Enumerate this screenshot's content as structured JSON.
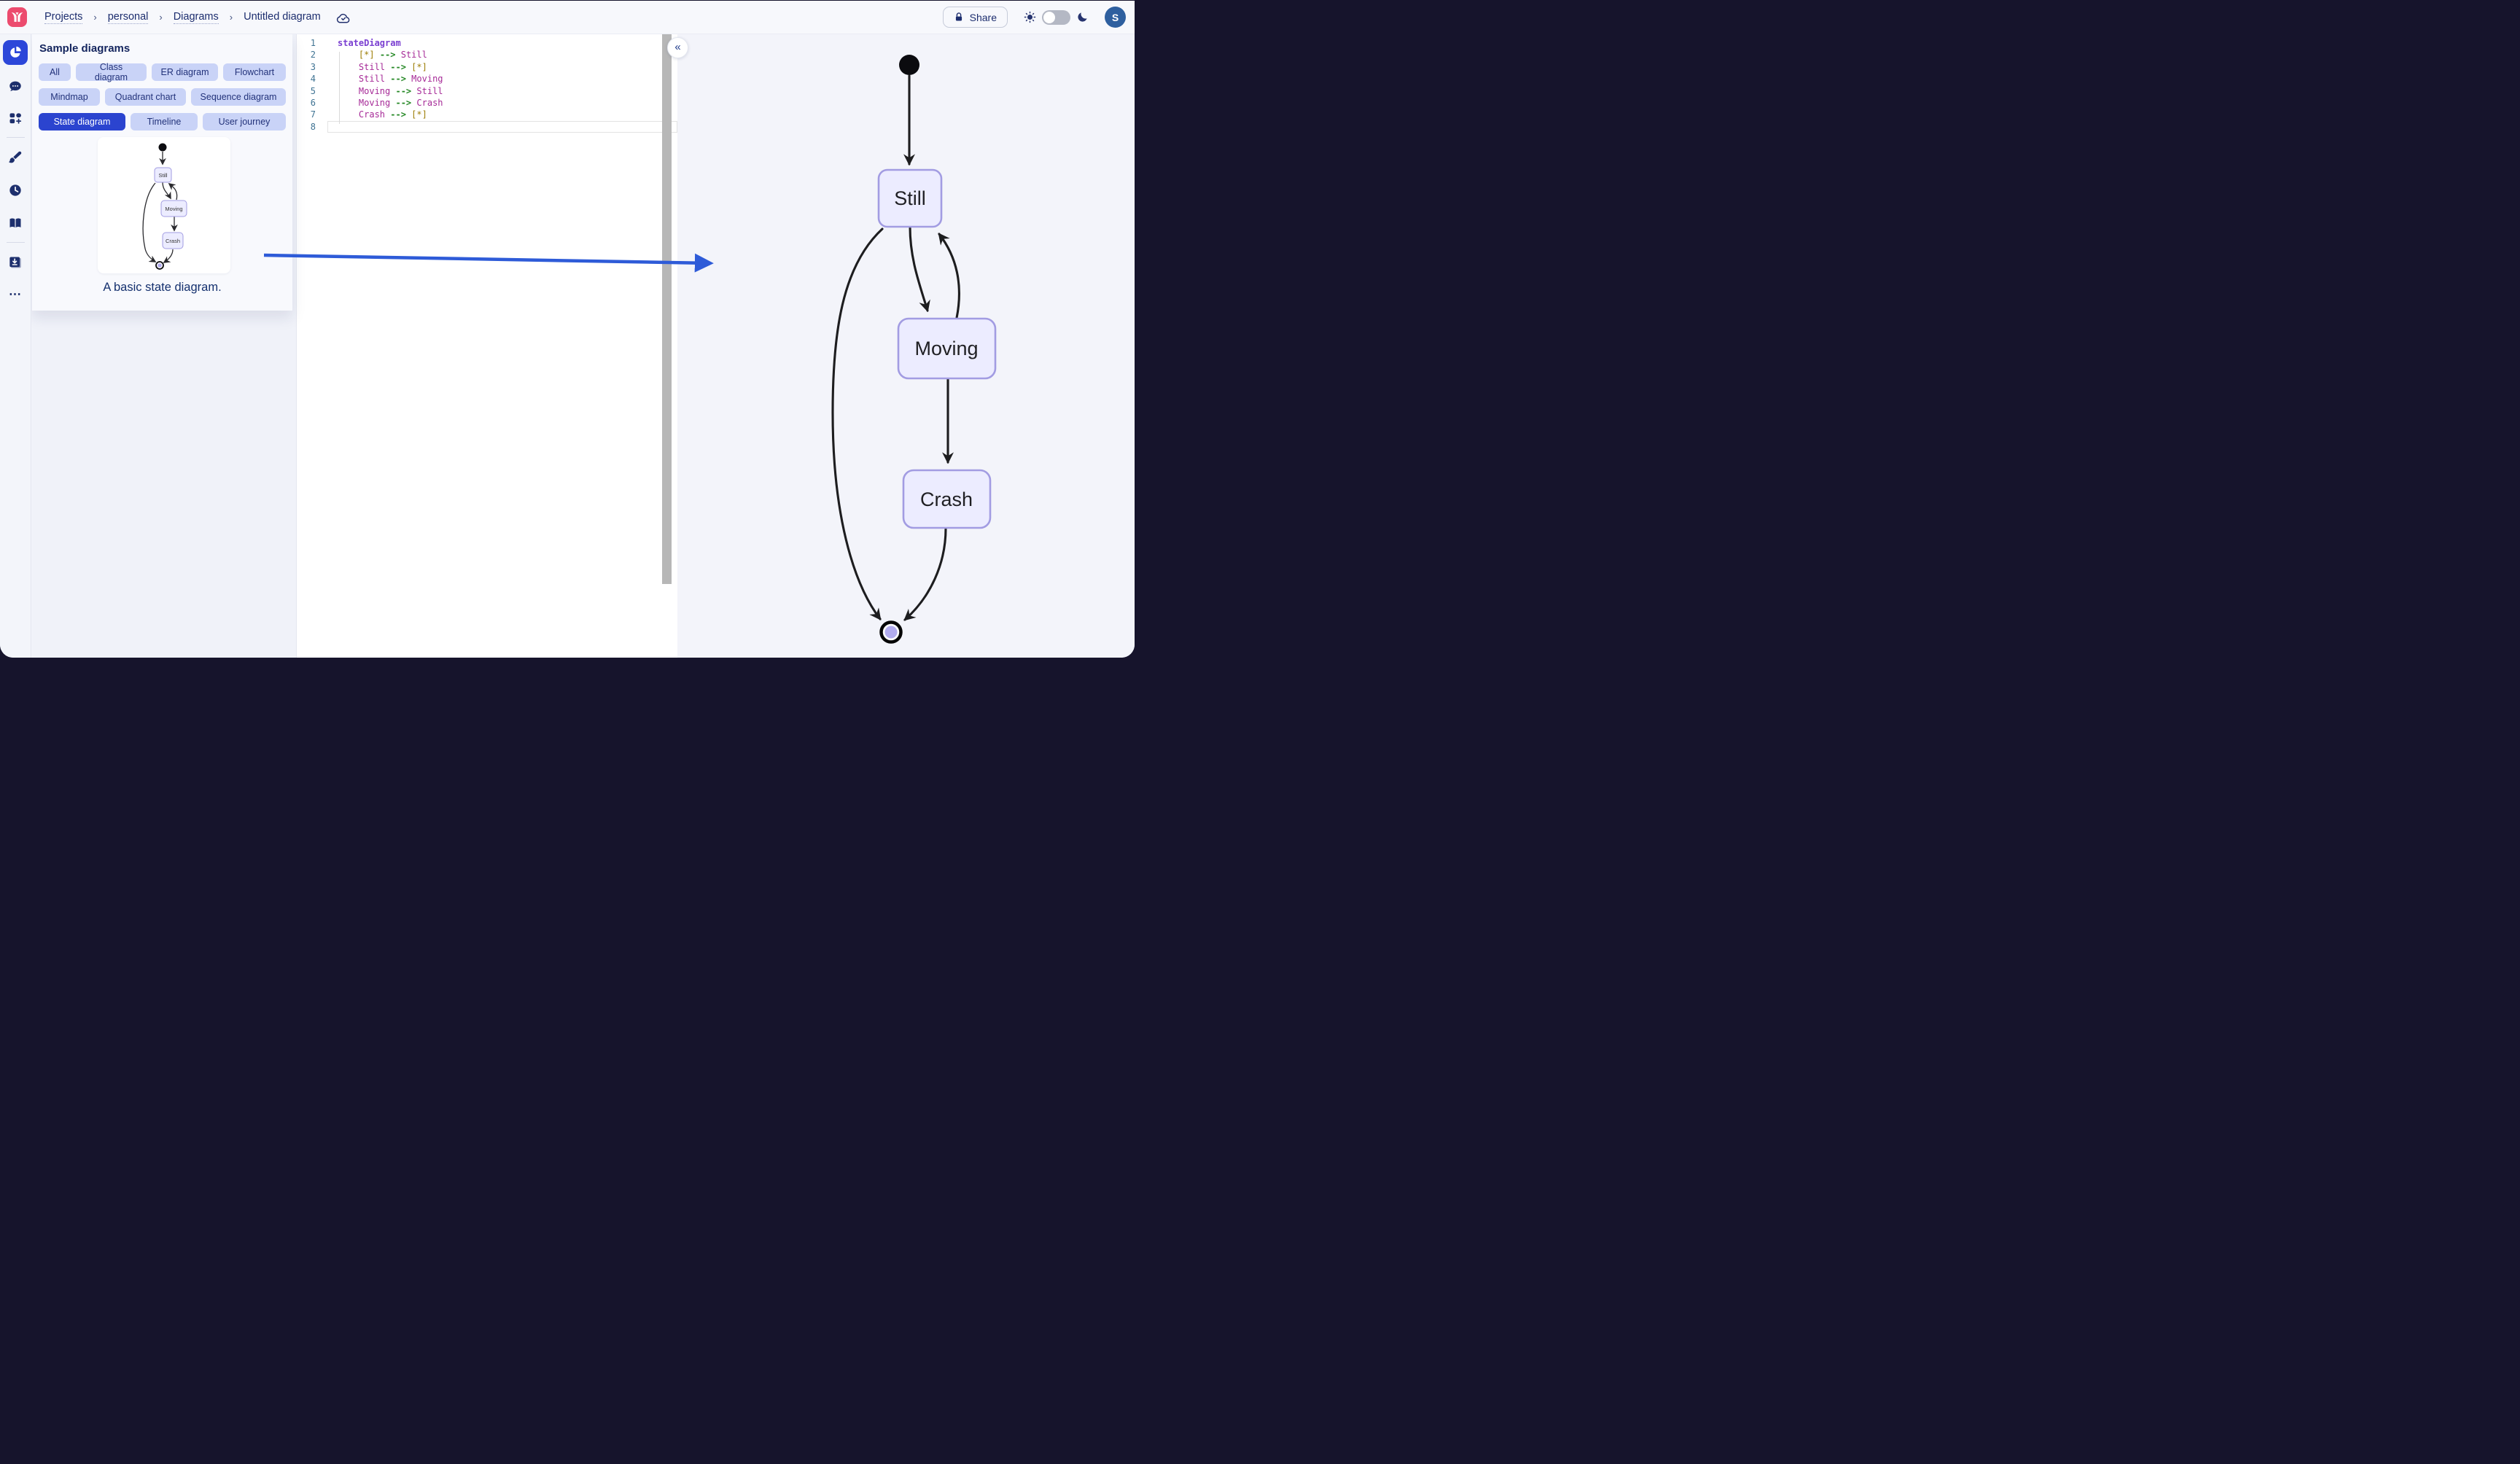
{
  "topbar": {
    "breadcrumb": [
      "Projects",
      "personal",
      "Diagrams",
      "Untitled diagram"
    ],
    "separator": "›",
    "share_label": "Share",
    "avatar_initial": "S"
  },
  "sidebar": {
    "items": [
      {
        "icon": "pie-chart-icon",
        "active": true
      },
      {
        "icon": "chat-icon",
        "active": false
      },
      {
        "icon": "add-blocks-icon",
        "active": false
      },
      {
        "icon": "paintbrush-icon",
        "active": false
      },
      {
        "icon": "history-clock-icon",
        "active": false
      },
      {
        "icon": "docs-book-icon",
        "active": false
      },
      {
        "icon": "export-download-icon",
        "active": false
      },
      {
        "icon": "more-ellipsis-icon",
        "active": false
      }
    ]
  },
  "samples_panel": {
    "title": "Sample diagrams",
    "filters": [
      "All",
      "Class diagram",
      "ER diagram",
      "Flowchart",
      "Mindmap",
      "Quadrant chart",
      "Sequence diagram",
      "State diagram",
      "Timeline",
      "User journey"
    ],
    "active_filter": "State diagram",
    "caption": "A basic state diagram."
  },
  "editor": {
    "lines": [
      {
        "num": "1",
        "tokens": [
          {
            "t": "stateDiagram"
          }
        ]
      },
      {
        "num": "2",
        "tokens": [
          {
            "t": "[*] "
          },
          {
            "t": "--> "
          },
          {
            "t": "Still"
          }
        ]
      },
      {
        "num": "3",
        "tokens": [
          {
            "t": "Still "
          },
          {
            "t": "--> "
          },
          {
            "t": "[*]"
          }
        ]
      },
      {
        "num": "4",
        "tokens": [
          {
            "t": "Still "
          },
          {
            "t": "--> "
          },
          {
            "t": "Moving"
          }
        ]
      },
      {
        "num": "5",
        "tokens": [
          {
            "t": "Moving "
          },
          {
            "t": "--> "
          },
          {
            "t": "Still"
          }
        ]
      },
      {
        "num": "6",
        "tokens": [
          {
            "t": "Moving "
          },
          {
            "t": "--> "
          },
          {
            "t": "Crash"
          }
        ]
      },
      {
        "num": "7",
        "tokens": [
          {
            "t": "Crash "
          },
          {
            "t": "--> "
          },
          {
            "t": "[*]"
          }
        ]
      },
      {
        "num": "8",
        "tokens": []
      }
    ]
  },
  "icons": {
    "collapse": "«",
    "more": "⋯"
  },
  "diagram": {
    "type": "state",
    "states": [
      "Still",
      "Moving",
      "Crash"
    ],
    "transitions": [
      {
        "from": "[*]",
        "to": "Still"
      },
      {
        "from": "Still",
        "to": "[*]"
      },
      {
        "from": "Still",
        "to": "Moving"
      },
      {
        "from": "Moving",
        "to": "Still"
      },
      {
        "from": "Moving",
        "to": "Crash"
      },
      {
        "from": "Crash",
        "to": "[*]"
      }
    ]
  },
  "colors": {
    "accent_blue": "#2b44cf",
    "logo_pink": "#ec4b6e",
    "node_fill": "#ececff",
    "node_border": "#a29ce2",
    "edge_black": "#1d1d1f",
    "annotation_arrow": "#2e5bd8",
    "avatar_bg": "#2e5f9f"
  }
}
